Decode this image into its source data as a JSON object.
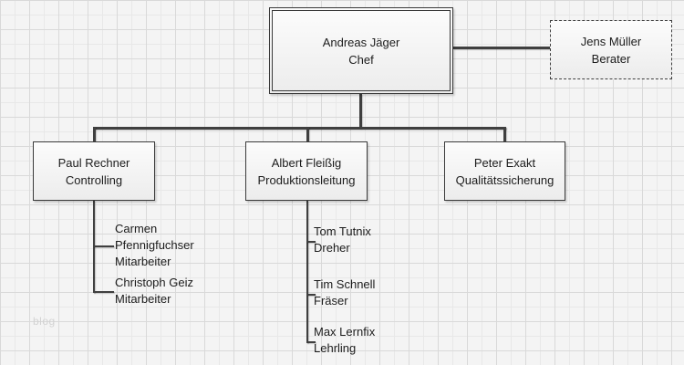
{
  "diagram": {
    "watermark": "blog",
    "root": {
      "name": "Andreas Jäger",
      "role": "Chef"
    },
    "advisor": {
      "name": "Jens Müller",
      "role": "Berater"
    },
    "managers": [
      {
        "name": "Paul Rechner",
        "role": "Controlling",
        "reports": [
          {
            "name": "Carmen Pfennigfuchser",
            "role": "Mitarbeiter"
          },
          {
            "name": "Christoph Geiz",
            "role": "Mitarbeiter"
          }
        ]
      },
      {
        "name": "Albert Fleißig",
        "role": "Produktionsleitung",
        "reports": [
          {
            "name": "Tom Tutnix",
            "role": "Dreher"
          },
          {
            "name": "Tim Schnell",
            "role": "Fräser"
          },
          {
            "name": "Max Lernfix",
            "role": "Lehrling"
          }
        ]
      },
      {
        "name": "Peter Exakt",
        "role": "Qualitätssicherung",
        "reports": []
      }
    ],
    "colors": {
      "background": "#f4f4f4",
      "grid_major": "#d9d9d9",
      "grid_minor": "#e8e8e8",
      "line": "#3f3f3f",
      "node_border": "#3a3a3a",
      "node_fill_top": "#fcfcfc",
      "node_fill_bottom": "#ececec",
      "text": "#1c1c1c",
      "watermark_color": "#d3d3d3"
    }
  }
}
